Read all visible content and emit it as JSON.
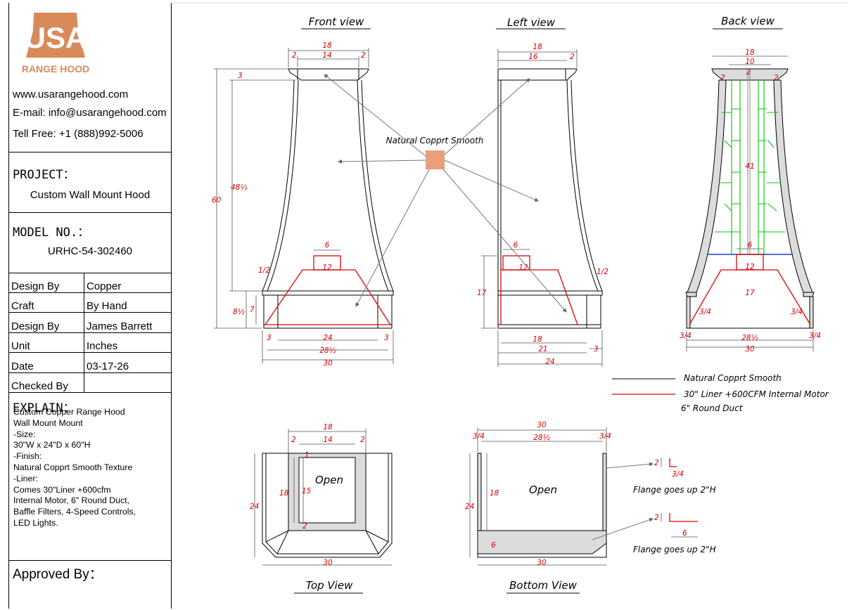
{
  "brand": {
    "logo_text": "USA",
    "logo_sub": "RANGE HOOD"
  },
  "contact": {
    "website": "www.usarangehood.com",
    "email": "E-mail: info@usarangehood.com",
    "phone": "Tell Free: +1 (888)992-5006"
  },
  "project": {
    "label": "PROJECT：",
    "value": "Custom Wall Mount Hood"
  },
  "model": {
    "label": "MODEL NO.：",
    "value": "URHC-54-302460"
  },
  "info_rows": [
    {
      "key": "Design By",
      "value": "Copper"
    },
    {
      "key": "Craft",
      "value": "By Hand"
    },
    {
      "key": "Design By",
      "value": "James Barrett"
    },
    {
      "key": "Unit",
      "value": "Inches"
    },
    {
      "key": "Date",
      "value": "03-17-26"
    },
    {
      "key": "Checked By",
      "value": ""
    }
  ],
  "explain": {
    "label": "EXPLAIN：",
    "lines": [
      "Custom Copper Range Hood",
      "Wall Mount Mount",
      "-Size:",
      "30\"W x 24\"D x 60\"H",
      "-Finish:",
      "Natural Copprt Smooth Texture",
      "-Liner:",
      "Comes 30\"Liner +600cfm",
      "Internal Motor, 6\" Round Duct,",
      "Baffle Filters, 4-Speed Controls,",
      "LED Lights."
    ]
  },
  "approved": {
    "label": "Approved By："
  },
  "views": {
    "front": "Front view",
    "left": "Left view",
    "back": "Back view",
    "top": "Top View",
    "bottom": "Bottom View"
  },
  "material": {
    "label": "Natural Copprt Smooth",
    "swatch_color": "#e8a07a"
  },
  "legend": {
    "line1": "Natural Copprt Smooth",
    "line2": "30\" Liner +600CFM Internal Motor",
    "line3": "6\" Round Duct"
  },
  "notes": {
    "open": "Open",
    "flange": "Flange goes up 2\"H"
  },
  "dims": {
    "front": {
      "top_total": "18",
      "top_mid": "14",
      "top_side": "2",
      "cap": "3",
      "height_total": "60",
      "height_body": "48½",
      "height_base": "8½",
      "base_7": "7",
      "flare": "1/2",
      "duct": "6",
      "liner_top": "12",
      "bottom_inner": "24",
      "bottom_side": "3",
      "bottom_mid": "28½",
      "bottom_total": "30"
    },
    "left": {
      "top_total": "18",
      "top_mid": "16",
      "top_side": "2",
      "duct": "6",
      "liner_top": "12",
      "liner_h": "17",
      "flare": "1/2",
      "bottom_inner": "18",
      "bottom_mid": "21",
      "bottom_side": "3",
      "bottom_total": "24"
    },
    "back": {
      "top_total": "18",
      "top_mid": "10",
      "side": "2",
      "height": "41",
      "duct": "6",
      "liner_top": "12",
      "liner_h": "17",
      "angle": "3/4",
      "bottom_mid": "28½",
      "bottom_total": "30"
    },
    "top": {
      "top_total": "18",
      "top_mid": "14",
      "side": "2",
      "inner": "1",
      "height": "18",
      "inner_h": "15",
      "total_h": "24",
      "bottom_total": "30",
      "small": "2"
    },
    "bottom": {
      "top_total": "30",
      "top_mid": "28½",
      "side": "3/4",
      "height": "18",
      "total_h": "24",
      "base": "6",
      "bottom_total": "30"
    },
    "flange": {
      "a": "2",
      "b": "3/4",
      "c": "2",
      "d": "6"
    }
  },
  "colors": {
    "liner": "#e00000",
    "baffle": "#00c800",
    "blue": "#1e3cc8",
    "fill": "#dcdcdc",
    "logo": "#d98a5a"
  }
}
